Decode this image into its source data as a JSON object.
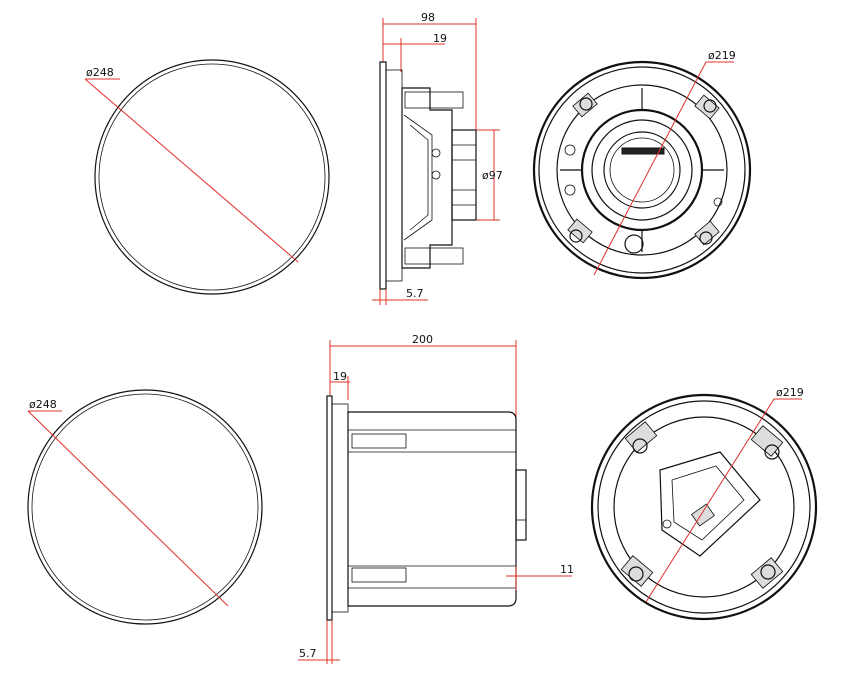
{
  "drawing": {
    "top_row": {
      "front_diameter": "ø248",
      "side_depth": "98",
      "side_flange_depth": "19",
      "side_driver_diameter": "ø97",
      "side_bezel_thickness": "5.7",
      "rear_diameter": "ø219"
    },
    "bottom_row": {
      "front_diameter": "ø248",
      "side_depth": "200",
      "side_flange_depth": "19",
      "side_terminal_offset": "11",
      "side_bezel_thickness": "5.7",
      "rear_diameter": "ø219"
    }
  },
  "colors": {
    "dimension_line": "#e0302a",
    "outline": "#111111",
    "background": "#ffffff"
  }
}
